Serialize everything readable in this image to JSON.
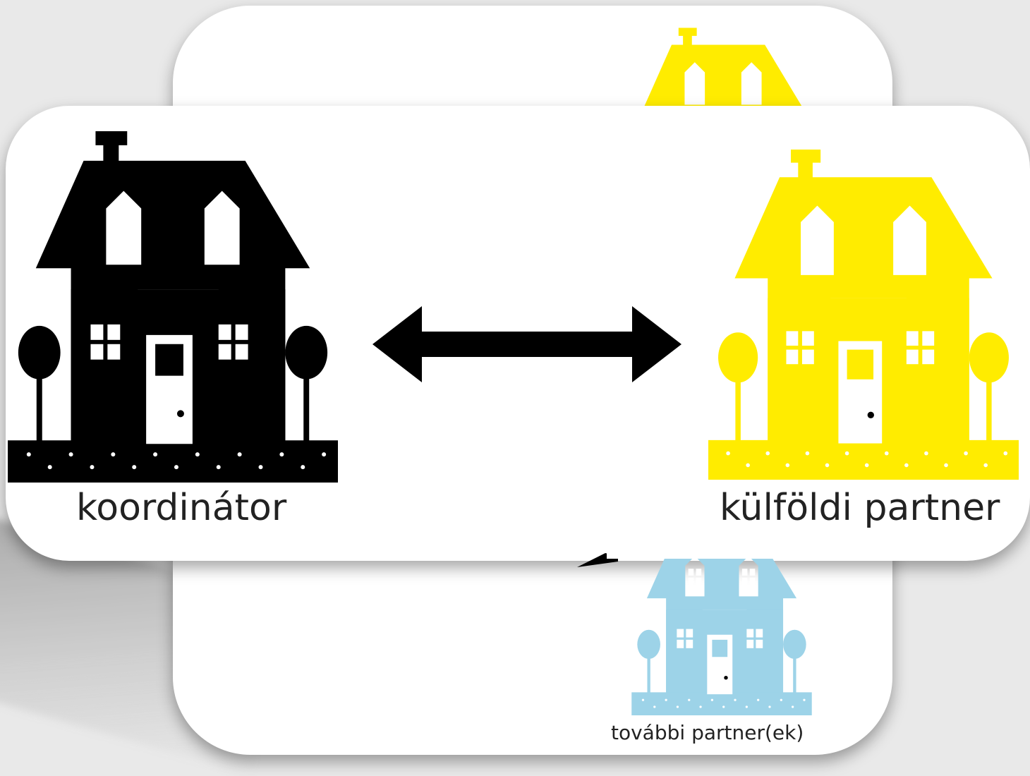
{
  "labels": {
    "coordinator": "koordinátor",
    "foreign_partner": "külföldi partner",
    "further_partners": "további partner(ek)"
  },
  "colors": {
    "coordinator_house": "#000000",
    "foreign_partner_house": "#ffec00",
    "further_partner_house": "#9dd3e8",
    "arrow": "#000000"
  },
  "icons": {
    "coordinator": "house-icon",
    "foreign_partner": "house-icon",
    "further_partner": "house-icon",
    "connection": "double-arrow-icon"
  }
}
